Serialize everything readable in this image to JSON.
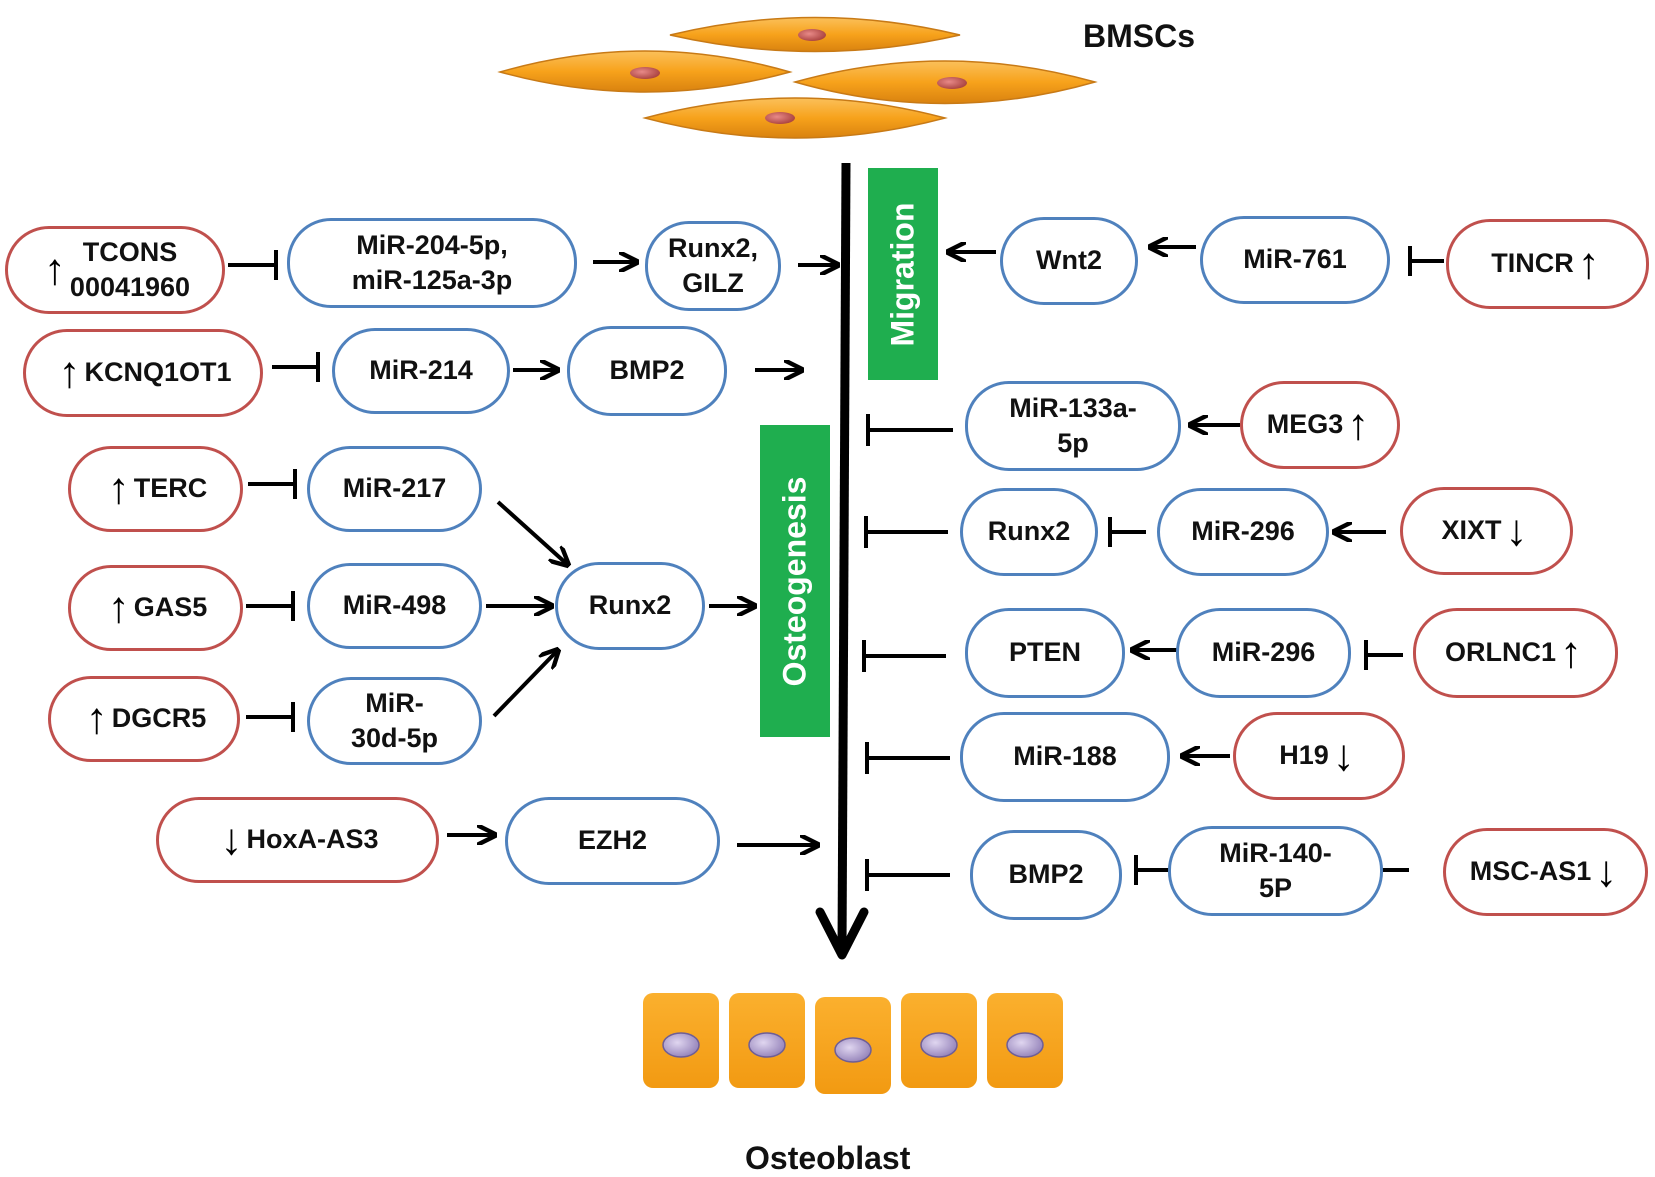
{
  "labels": {
    "top": "BMSCs",
    "bottom": "Osteoblast",
    "migration": "Migration",
    "osteogenesis": "Osteogenesis"
  },
  "colors": {
    "lncrna_border": "#c0504d",
    "mirna_border": "#4f81bd",
    "label_green": "#1fae4f",
    "cell_orange": "#f7a21b",
    "osteoblast_fill": "#f9a51a",
    "nucleus_red": "#c0504d",
    "nucleus_purple": "#b6a5d6"
  },
  "nodes": [
    {
      "id": "tcons",
      "text": "TCONS\n00041960",
      "kind": "lncrna",
      "arrow": "up",
      "arrow_side": "left"
    },
    {
      "id": "mir204",
      "text": "MiR-204-5p,\nmiR-125a-3p",
      "kind": "mirna"
    },
    {
      "id": "runx2gilz",
      "text": "Runx2,\nGILZ",
      "kind": "mirna"
    },
    {
      "id": "kcnq",
      "text": "KCNQ1OT1",
      "kind": "lncrna",
      "arrow": "up",
      "arrow_side": "left"
    },
    {
      "id": "mir214",
      "text": "MiR-214",
      "kind": "mirna"
    },
    {
      "id": "bmp2a",
      "text": "BMP2",
      "kind": "mirna"
    },
    {
      "id": "terc",
      "text": "TERC",
      "kind": "lncrna",
      "arrow": "up",
      "arrow_side": "left"
    },
    {
      "id": "mir217",
      "text": "MiR-217",
      "kind": "mirna"
    },
    {
      "id": "gas5",
      "text": "GAS5",
      "kind": "lncrna",
      "arrow": "up",
      "arrow_side": "left"
    },
    {
      "id": "mir498",
      "text": "MiR-498",
      "kind": "mirna"
    },
    {
      "id": "runx2c",
      "text": "Runx2",
      "kind": "mirna"
    },
    {
      "id": "dgcr5",
      "text": "DGCR5",
      "kind": "lncrna",
      "arrow": "up",
      "arrow_side": "left"
    },
    {
      "id": "mir30",
      "text": "MiR-\n30d-5p",
      "kind": "mirna"
    },
    {
      "id": "hoxa",
      "text": "HoxA-AS3",
      "kind": "lncrna",
      "arrow": "down",
      "arrow_side": "left"
    },
    {
      "id": "ezh2",
      "text": "EZH2",
      "kind": "mirna"
    },
    {
      "id": "wnt2",
      "text": "Wnt2",
      "kind": "mirna"
    },
    {
      "id": "mir761",
      "text": "MiR-761",
      "kind": "mirna"
    },
    {
      "id": "tincr",
      "text": "TINCR",
      "kind": "lncrna",
      "arrow": "up",
      "arrow_side": "right"
    },
    {
      "id": "mir133",
      "text": "MiR-133a-\n5p",
      "kind": "mirna"
    },
    {
      "id": "meg3",
      "text": "MEG3",
      "kind": "lncrna",
      "arrow": "up",
      "arrow_side": "right"
    },
    {
      "id": "runx2r",
      "text": "Runx2",
      "kind": "mirna"
    },
    {
      "id": "mir296a",
      "text": "MiR-296",
      "kind": "mirna"
    },
    {
      "id": "xixt",
      "text": "XIXT",
      "kind": "lncrna",
      "arrow": "down",
      "arrow_side": "right"
    },
    {
      "id": "pten",
      "text": "PTEN",
      "kind": "mirna"
    },
    {
      "id": "mir296b",
      "text": "MiR-296",
      "kind": "mirna"
    },
    {
      "id": "orlnc1",
      "text": "ORLNC1",
      "kind": "lncrna",
      "arrow": "up",
      "arrow_side": "right"
    },
    {
      "id": "mir188",
      "text": "MiR-188",
      "kind": "mirna"
    },
    {
      "id": "h19",
      "text": "H19",
      "kind": "lncrna",
      "arrow": "down",
      "arrow_side": "right"
    },
    {
      "id": "bmp2r",
      "text": "BMP2",
      "kind": "mirna"
    },
    {
      "id": "mir140",
      "text": "MiR-140-\n5P",
      "kind": "mirna"
    },
    {
      "id": "mscas1",
      "text": "MSC-AS1",
      "kind": "lncrna",
      "arrow": "down",
      "arrow_side": "right"
    }
  ],
  "edges": [
    {
      "from": "tcons",
      "to": "mir204",
      "type": "inhibit"
    },
    {
      "from": "mir204",
      "to": "runx2gilz",
      "type": "activate"
    },
    {
      "from": "runx2gilz",
      "to": "main-axis",
      "type": "activate"
    },
    {
      "from": "kcnq",
      "to": "mir214",
      "type": "inhibit"
    },
    {
      "from": "mir214",
      "to": "bmp2a",
      "type": "activate"
    },
    {
      "from": "bmp2a",
      "to": "main-axis",
      "type": "activate"
    },
    {
      "from": "terc",
      "to": "mir217",
      "type": "inhibit"
    },
    {
      "from": "mir217",
      "to": "runx2c",
      "type": "activate"
    },
    {
      "from": "gas5",
      "to": "mir498",
      "type": "inhibit"
    },
    {
      "from": "mir498",
      "to": "runx2c",
      "type": "activate"
    },
    {
      "from": "dgcr5",
      "to": "mir30",
      "type": "inhibit"
    },
    {
      "from": "mir30",
      "to": "runx2c",
      "type": "activate"
    },
    {
      "from": "runx2c",
      "to": "osteogenesis",
      "type": "activate"
    },
    {
      "from": "hoxa",
      "to": "ezh2",
      "type": "activate"
    },
    {
      "from": "ezh2",
      "to": "main-axis",
      "type": "activate"
    },
    {
      "from": "tincr",
      "to": "mir761",
      "type": "inhibit"
    },
    {
      "from": "mir761",
      "to": "wnt2",
      "type": "activate"
    },
    {
      "from": "wnt2",
      "to": "migration",
      "type": "activate"
    },
    {
      "from": "meg3",
      "to": "mir133",
      "type": "activate"
    },
    {
      "from": "mir133",
      "to": "main-axis",
      "type": "inhibit"
    },
    {
      "from": "xixt",
      "to": "mir296a",
      "type": "activate"
    },
    {
      "from": "mir296a",
      "to": "runx2r",
      "type": "inhibit"
    },
    {
      "from": "runx2r",
      "to": "main-axis",
      "type": "inhibit"
    },
    {
      "from": "orlnc1",
      "to": "mir296b",
      "type": "inhibit"
    },
    {
      "from": "mir296b",
      "to": "pten",
      "type": "activate"
    },
    {
      "from": "pten",
      "to": "main-axis",
      "type": "inhibit"
    },
    {
      "from": "h19",
      "to": "mir188",
      "type": "activate"
    },
    {
      "from": "mir188",
      "to": "main-axis",
      "type": "inhibit"
    },
    {
      "from": "mscas1",
      "to": "mir140",
      "type": "inhibit"
    },
    {
      "from": "mir140",
      "to": "bmp2r",
      "type": "inhibit"
    },
    {
      "from": "bmp2r",
      "to": "main-axis",
      "type": "inhibit"
    }
  ]
}
